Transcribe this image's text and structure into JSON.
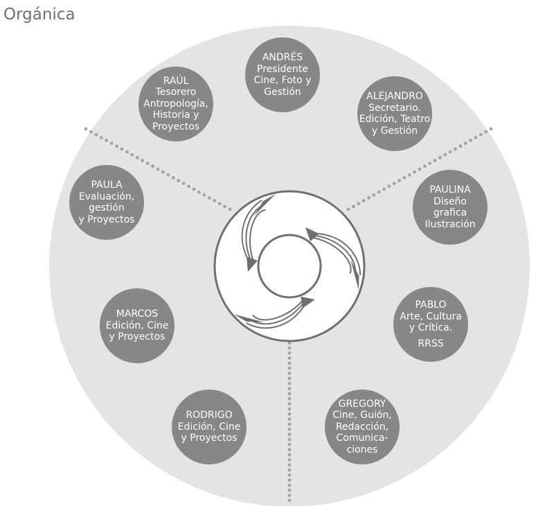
{
  "page": {
    "title": "Orgánica"
  },
  "colors": {
    "big_circle": "#e4e4e4",
    "node": "#878787",
    "dots": "#a3a3a3",
    "emblem_ring": "#ffffff",
    "emblem_stroke": "#6f6f6f",
    "emblem_tab": "#6f6f6f",
    "node_text": "#ffffff",
    "title": "#6f6f6f"
  },
  "members": [
    {
      "id": "andres",
      "lines": [
        "ANDRÉS",
        "Presidente",
        "Cine, Foto y",
        "Gestión"
      ]
    },
    {
      "id": "alejandro",
      "lines": [
        "ALEJANDRO",
        "Secretario.",
        "Edición, Teatro",
        "y Gestión"
      ]
    },
    {
      "id": "paulina",
      "lines": [
        "PAULINA",
        "Diseño",
        "grafica",
        "Ilustración"
      ]
    },
    {
      "id": "pablo",
      "lines": [
        "PABLO",
        "Arte, Cultura",
        "y Crítica."
      ],
      "extra": "RRSS"
    },
    {
      "id": "gregory",
      "lines": [
        "GREGORY",
        "Cine, Guión,",
        "Redacción,",
        "Comunica-",
        "ciones"
      ]
    },
    {
      "id": "rodrigo",
      "lines": [
        "RODRIGO",
        "Edición, Cine",
        "y Proyectos"
      ]
    },
    {
      "id": "marcos",
      "lines": [
        "MARCOS",
        "Edición, Cine",
        "y Proyectos"
      ]
    },
    {
      "id": "paula",
      "lines": [
        "PAULA",
        "Evaluación,",
        "gestión",
        "y Proyectos"
      ]
    },
    {
      "id": "raul",
      "lines": [
        "RAÚL",
        "Tesorero",
        "Antropología,",
        "Historia y",
        "Proyectos"
      ]
    }
  ]
}
